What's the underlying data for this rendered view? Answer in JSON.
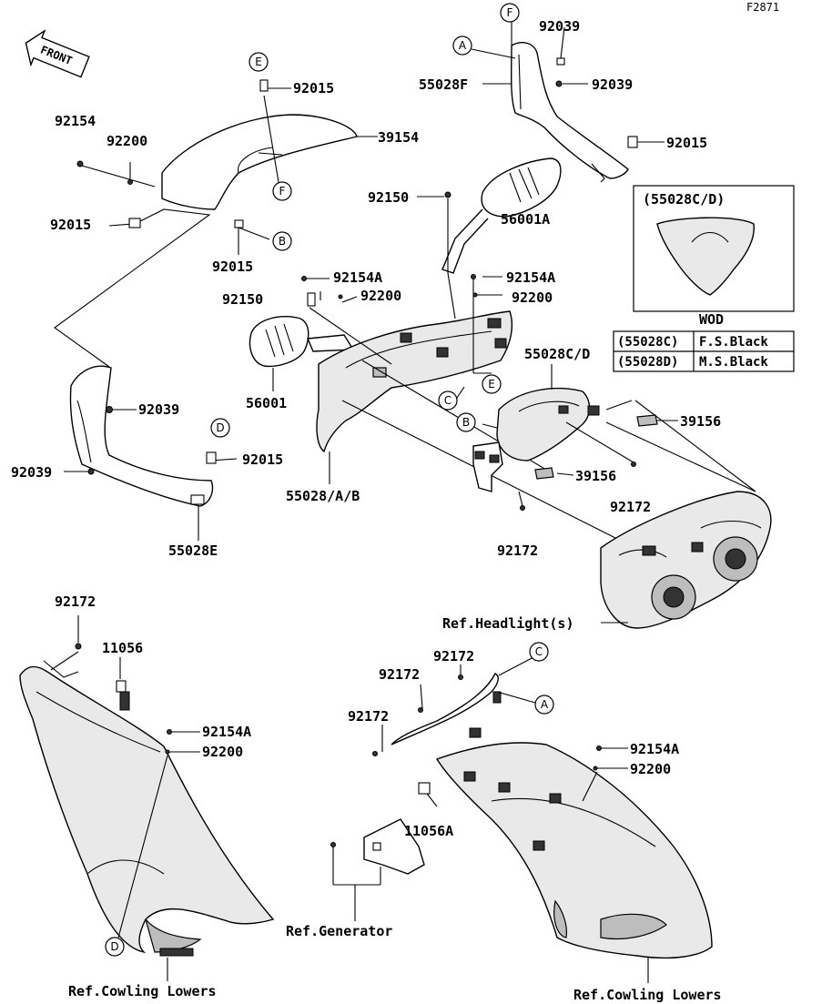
{
  "figure_code": "F2871",
  "front_label": "FRONT",
  "part_labels": {
    "p39154": "39154",
    "p92015_top": "92015",
    "p92154_left": "92154",
    "p92200_left": "92200",
    "p92015_left": "92015",
    "p92015_b": "92015",
    "p92039_mid": "92039",
    "p92039_low": "92039",
    "p92015_d": "92015",
    "p55028E": "55028E",
    "p92039_top1": "92039",
    "p55028F": "55028F",
    "p92039_top2": "92039",
    "p92015_right": "92015",
    "p92150_top": "92150",
    "p56001A": "56001A",
    "p92154A_mid": "92154A",
    "p92200_mid": "92200",
    "p92154A_right": "92154A",
    "p92200_right": "92200",
    "p92150_mid": "92150",
    "p56001": "56001",
    "p55028ABB": "55028/A/B",
    "p55028CD": "55028C/D",
    "p39156_a": "39156",
    "p39156_b": "39156",
    "p92172_a": "92172",
    "p92172_b": "92172",
    "p92172_ll": "92172",
    "p11056": "11056",
    "p92154A_ll": "92154A",
    "p92200_ll": "92200",
    "p92172_r1": "92172",
    "p92172_r2": "92172",
    "p92172_r3": "92172",
    "p92154A_lr": "92154A",
    "p92200_lr": "92200",
    "p11056A": "11056A"
  },
  "references": {
    "headlight": "Ref.Headlight(s)",
    "generator": "Ref.Generator",
    "cowling_lowers_left": "Ref.Cowling Lowers",
    "cowling_lowers_right": "Ref.Cowling Lowers"
  },
  "callouts": {
    "A": "A",
    "B": "B",
    "C": "C",
    "D": "D",
    "E": "E",
    "F": "F"
  },
  "inset": {
    "title": "(55028C/D)",
    "table_header": "WOD",
    "rows": [
      {
        "code": "(55028C)",
        "color": "F.S.Black"
      },
      {
        "code": "(55028D)",
        "color": "M.S.Black"
      }
    ]
  }
}
